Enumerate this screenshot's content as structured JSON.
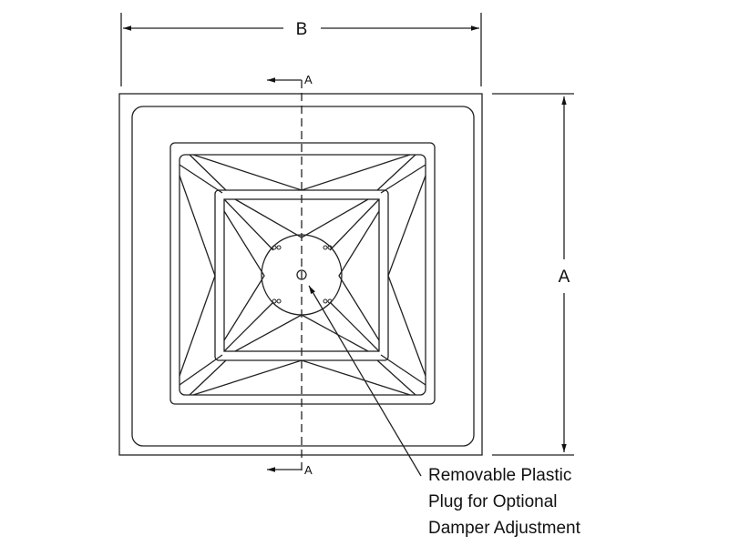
{
  "dimensions": {
    "width_label": "B",
    "height_label": "A"
  },
  "section": {
    "top_label": "A",
    "bottom_label": "A"
  },
  "callout": {
    "lines": [
      "Removable Plastic",
      "Plug for Optional",
      "Damper Adjustment"
    ]
  }
}
